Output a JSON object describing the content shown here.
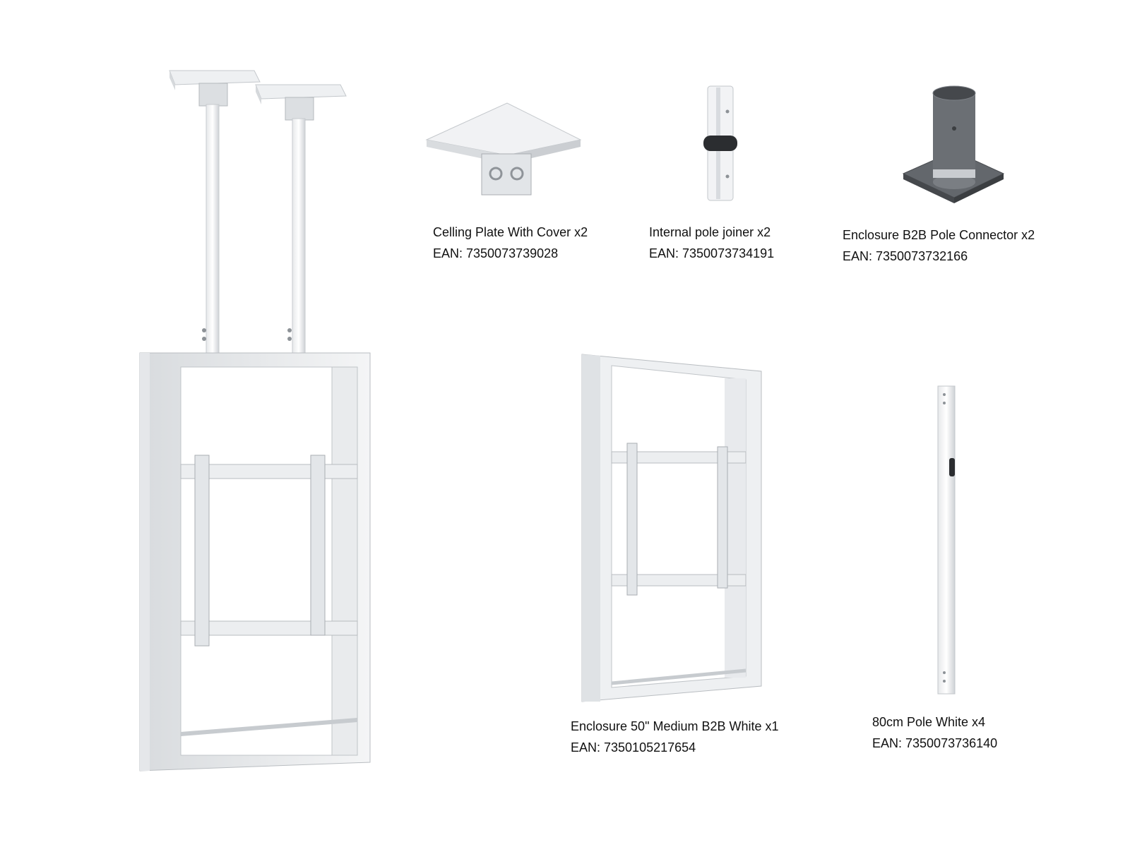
{
  "products": [
    {
      "name": "Celling Plate With Cover x2",
      "ean": "EAN: 7350073739028",
      "icon": "ceiling-plate-icon"
    },
    {
      "name": "Internal pole joiner x2",
      "ean": "EAN: 7350073734191",
      "icon": "pole-joiner-icon"
    },
    {
      "name": "Enclosure B2B Pole Connector x2",
      "ean": "EAN: 7350073732166",
      "icon": "pole-connector-icon"
    },
    {
      "name": "Enclosure 50\" Medium B2B White x1",
      "ean": "EAN: 7350105217654",
      "icon": "enclosure-icon"
    },
    {
      "name": "80cm Pole White x4",
      "ean": "EAN: 7350073736140",
      "icon": "pole-icon"
    }
  ],
  "colors": {
    "metal_light": "#f2f3f5",
    "metal_mid": "#d9dcdf",
    "metal_dark": "#a9adb2",
    "connector_grey": "#5d6166",
    "text": "#111111"
  }
}
